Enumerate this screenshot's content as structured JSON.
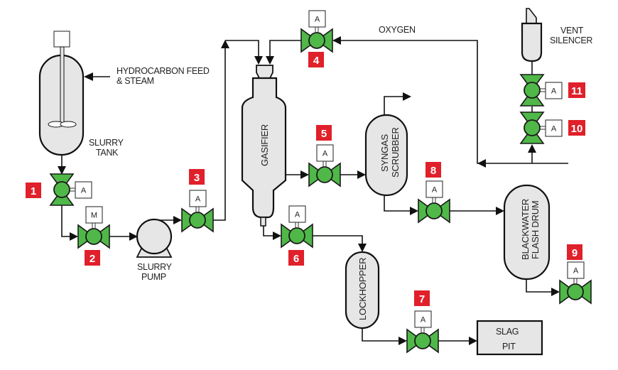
{
  "title": "Gasification process flow diagram",
  "labels": {
    "hydrocarbon_feed_line1": "HYDROCARBON FEED",
    "hydrocarbon_feed_line2": "& STEAM",
    "slurry_tank_line1": "SLURRY",
    "slurry_tank_line2": "TANK",
    "slurry_pump_line1": "SLURRY",
    "slurry_pump_line2": "PUMP",
    "oxygen": "OXYGEN",
    "vent_silencer_line1": "VENT",
    "vent_silencer_line2": "SILENCER",
    "gasifier": "GASIFIER",
    "syngas_scrubber_line1": "SYNGAS",
    "syngas_scrubber_line2": "SCRUBBER",
    "blackwater_line1": "BLACKWATER",
    "blackwater_line2": "FLASH DRUM",
    "lockhopper": "LOCKHOPPER",
    "slag_pit_line1": "SLAG",
    "slag_pit_line2": "PIT"
  },
  "valves": [
    {
      "tag": "1",
      "actuator": "A",
      "orientation": "vertical"
    },
    {
      "tag": "2",
      "actuator": "M",
      "orientation": "horizontal"
    },
    {
      "tag": "3",
      "actuator": "A",
      "orientation": "horizontal"
    },
    {
      "tag": "4",
      "actuator": "A",
      "orientation": "horizontal"
    },
    {
      "tag": "5",
      "actuator": "A",
      "orientation": "horizontal"
    },
    {
      "tag": "6",
      "actuator": "A",
      "orientation": "horizontal"
    },
    {
      "tag": "7",
      "actuator": "A",
      "orientation": "horizontal"
    },
    {
      "tag": "8",
      "actuator": "A",
      "orientation": "horizontal"
    },
    {
      "tag": "9",
      "actuator": "A",
      "orientation": "horizontal"
    },
    {
      "tag": "10",
      "actuator": "A",
      "orientation": "vertical"
    },
    {
      "tag": "11",
      "actuator": "A",
      "orientation": "vertical"
    }
  ],
  "colors": {
    "valve_fill": "#4fb848",
    "tag_fill": "#e0202a",
    "vessel_fill": "#e6e6e6"
  }
}
